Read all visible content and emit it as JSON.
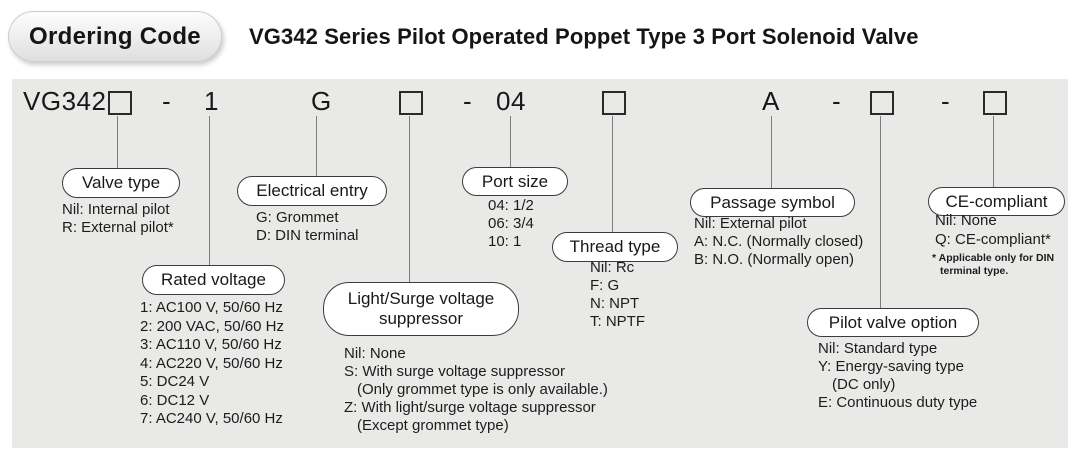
{
  "header": {
    "badge": "Ordering Code",
    "title": "VG342 Series Pilot Operated Poppet Type 3 Port Solenoid Valve"
  },
  "code": {
    "prefix": "VG342",
    "dash": "-",
    "rated_voltage": "1",
    "electrical_entry": "G",
    "port_size": "04",
    "passage_symbol": "A"
  },
  "groups": {
    "valve_type": {
      "label": "Valve type",
      "options": [
        "Nil: Internal pilot",
        "R: External pilot*"
      ]
    },
    "electrical_entry": {
      "label": "Electrical entry",
      "options": [
        "G: Grommet",
        "D: DIN terminal"
      ]
    },
    "rated_voltage": {
      "label": "Rated voltage",
      "options": [
        "1: AC100 V, 50/60 Hz",
        "2: 200 VAC, 50/60 Hz",
        "3: AC110 V, 50/60 Hz",
        "4: AC220 V, 50/60 Hz",
        "5: DC24 V",
        "6: DC12 V",
        "7: AC240 V, 50/60 Hz"
      ]
    },
    "light_surge": {
      "label": "Light/Surge voltage\nsuppressor",
      "options": [
        "Nil: None",
        "S: With surge voltage suppressor",
        "(Only grommet type is only available.)",
        "Z: With light/surge voltage suppressor",
        "(Except grommet type)"
      ]
    },
    "port_size": {
      "label": "Port size",
      "options": [
        "04: 1/2",
        "06: 3/4",
        "10: 1"
      ]
    },
    "thread_type": {
      "label": "Thread type",
      "options": [
        "Nil: Rc",
        "F: G",
        "N: NPT",
        "T: NPTF"
      ]
    },
    "passage_symbol": {
      "label": "Passage symbol",
      "options": [
        "Nil: External pilot",
        "A: N.C. (Normally closed)",
        "B: N.O. (Normally open)"
      ]
    },
    "pilot_valve_option": {
      "label": "Pilot valve option",
      "options": [
        "Nil: Standard type",
        "Y: Energy-saving type",
        "(DC only)",
        "E: Continuous duty type"
      ]
    },
    "ce_compliant": {
      "label": "CE-compliant",
      "options": [
        "Nil: None",
        "Q: CE-compliant*"
      ],
      "footnote_line1": "* Applicable only for DIN",
      "footnote_line2": "terminal type."
    }
  },
  "colors": {
    "panel_bg": "#e9eae8",
    "text": "#1c1c1c",
    "connector_line": "#7c7c7c",
    "pill_border": "#3c3c3c"
  }
}
